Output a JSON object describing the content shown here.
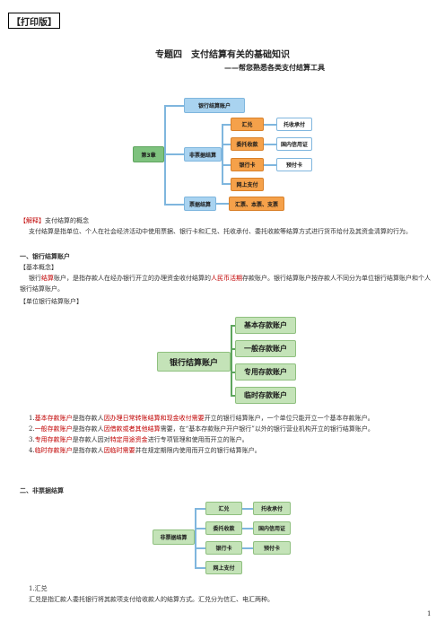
{
  "badge": "【打印版】",
  "title": "专题四　支付结算有关的基础知识",
  "subtitle": "——帮您熟悉各类支付结算工具",
  "diagram1": {
    "root": "第3章",
    "bank_account": "银行结算账户",
    "non_bill": "非票据结算",
    "huidui": "汇兑",
    "weituo": "委托收款",
    "bank_card": "银行卡",
    "online_pay": "网上支付",
    "tuoshou": "托收承付",
    "domestic_lc": "国内信用证",
    "prepaid_card": "预付卡",
    "bill": "票据结算",
    "bill_types": "汇票、本票、支票"
  },
  "explain": {
    "tag": "【解释】",
    "head": "支付结算的概念",
    "body": "支付结算是指单位、个人在社会经济活动中使用票据、银行卡和汇兑、托收承付、委托收款等结算方式进行货币给付及其资金清算的行为。"
  },
  "section1": {
    "heading": "一、银行结算账户",
    "basic_concept": "【基本概念】",
    "concept_pre": "银行",
    "concept_red1": "结算",
    "concept_mid": "账户，是指存款人在经办银行开立的办理资金收付结算的",
    "concept_red2": "人民币活期",
    "concept_post": "存款账户。银行结算账户按存款人不同分为单位银行结算账户和个人银行结算账户。",
    "unit_account": "【单位银行结算账户】"
  },
  "diagram2": {
    "center": "银行结算账户",
    "basic": "基本存款账户",
    "general": "一般存款账户",
    "special": "专用存款账户",
    "temporary": "临时存款账户"
  },
  "list": [
    {
      "num": "1.",
      "red": "基本存款账户",
      "mid": "是指存款人",
      "red2": "因办理日常转账结算和现金收付需要",
      "post": "开立的银行结算账户，一个单位只能开立一个基本存款账户。"
    },
    {
      "num": "2.",
      "red": "一般存款账户",
      "mid": "是指存款人",
      "red2": "因借款或者其他结算",
      "post": "需要，在“基本存款账户开户银行”以外的银行营业机构开立的银行结算账户。"
    },
    {
      "num": "3.",
      "red": "专用存款账户",
      "mid": "是存款人因对",
      "red2": "特定用途资金",
      "post": "进行专项管理和使用而开立的账户。"
    },
    {
      "num": "4.",
      "red": "临时存款账户",
      "mid": "是指存款人",
      "red2": "因临时需要",
      "post": "并在规定期限内使用而开立的银行结算账户。"
    }
  ],
  "section2": {
    "heading": "二、非票据结算"
  },
  "diagram3": {
    "root": "非票据结算",
    "huidui": "汇兑",
    "weituo": "委托收款",
    "bank_card": "银行卡",
    "online_pay": "网上支付",
    "tuoshou": "托收承付",
    "domestic_lc": "国内信用证",
    "prepaid_card": "预付卡"
  },
  "huidui_section": {
    "num": "1.汇兑",
    "body": "汇兑是指汇款人委托银行将其款项支付给收款人的结算方式。汇兑分为信汇、电汇两种。"
  },
  "page_number": "1"
}
